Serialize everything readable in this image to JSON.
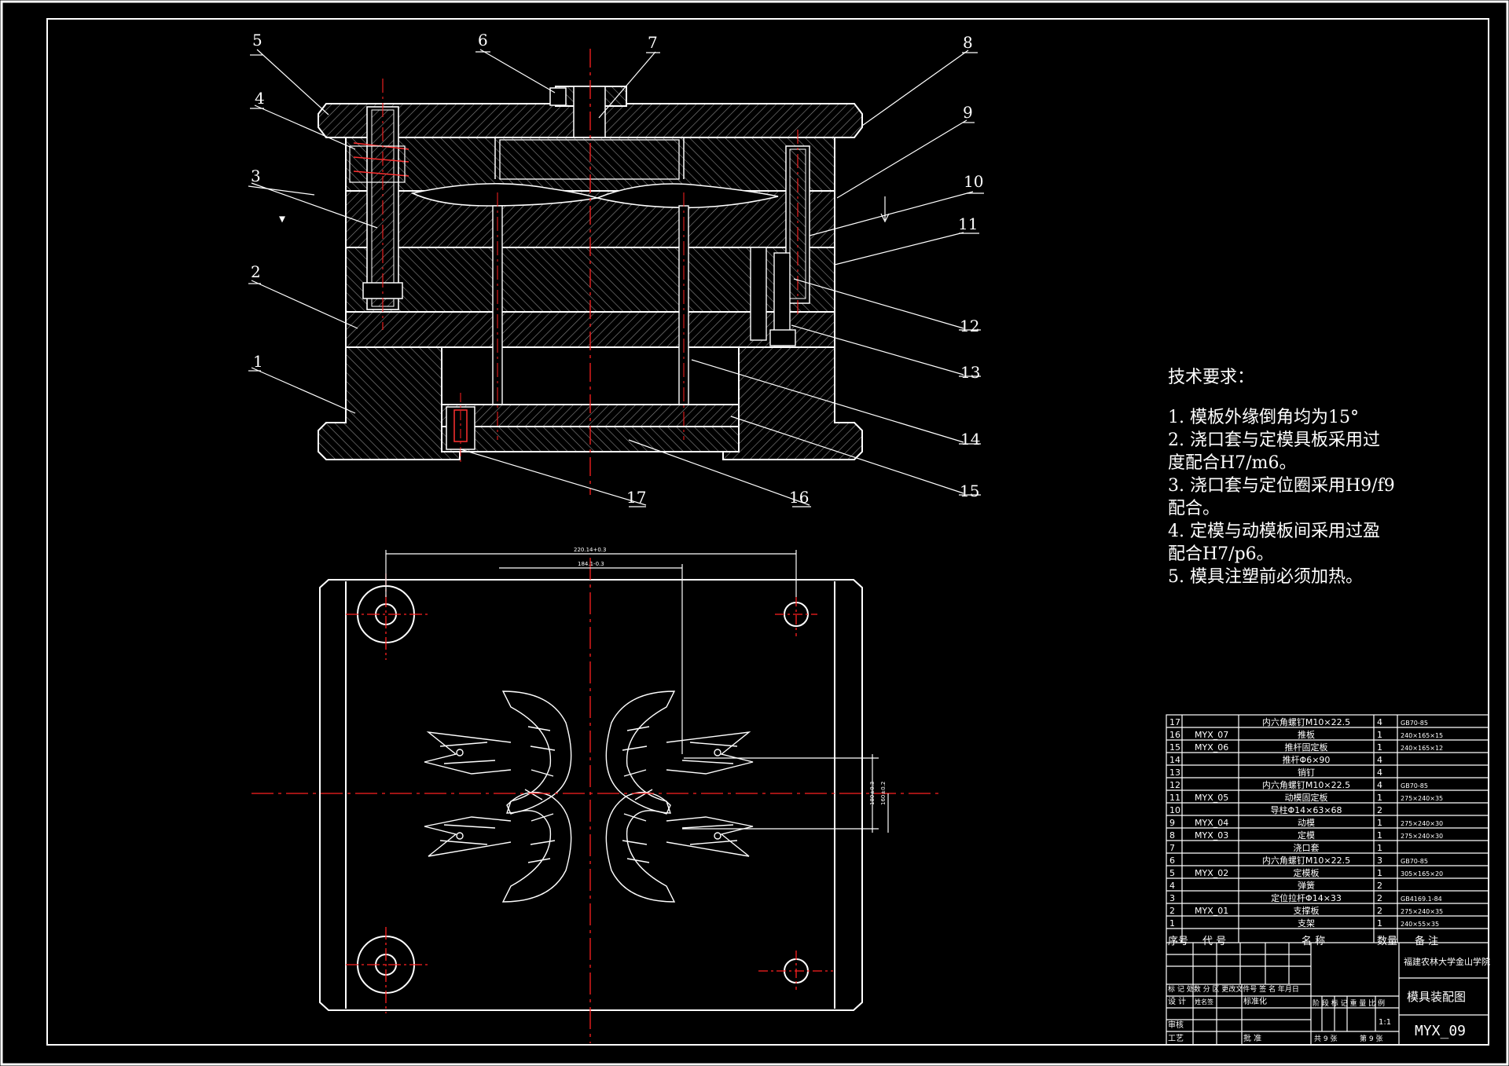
{
  "drawing_title": "模具装配图",
  "drawing_number": "MYX_09",
  "school": "福建农林大学金山学院",
  "scale": "1:1",
  "sheet_total": "共 9 张",
  "sheet_no": "第 9 张",
  "part_callouts": [
    "1",
    "2",
    "3",
    "4",
    "5",
    "6",
    "7",
    "8",
    "9",
    "10",
    "11",
    "12",
    "13",
    "14",
    "15",
    "16",
    "17"
  ],
  "dimensions": {
    "top_outer": "220.14+0.3",
    "top_inner": "184.1-0.3",
    "right_v1": "180±0.3",
    "right_v2": "160±0.2"
  },
  "technical_requirements": {
    "title": "技术要求：",
    "lines": [
      "1. 模板外缘倒角均为15°",
      "2. 浇口套与定模具板采用过",
      "度配合H7/m6。",
      "3. 浇口套与定位圈采用H9/f9",
      "配合。",
      "4. 定模与动模板间采用过盈",
      "配合H7/p6。",
      "5. 模具注塑前必须加热。"
    ]
  },
  "bom": {
    "headers": [
      "序号",
      "代 号",
      "名 称",
      "数量",
      "备 注"
    ],
    "rows": [
      [
        "17",
        "",
        "内六角螺钉M10×22.5",
        "4",
        "GB70-85"
      ],
      [
        "16",
        "MYX_07",
        "推板",
        "1",
        "240×165×15"
      ],
      [
        "15",
        "MYX_06",
        "推杆固定板",
        "1",
        "240×165×12"
      ],
      [
        "14",
        "",
        "推杆Φ6×90",
        "4",
        ""
      ],
      [
        "13",
        "",
        "销钉",
        "4",
        ""
      ],
      [
        "12",
        "",
        "内六角螺钉M10×22.5",
        "4",
        "GB70-85"
      ],
      [
        "11",
        "MYX_05",
        "动模固定板",
        "1",
        "275×240×35"
      ],
      [
        "10",
        "",
        "导柱Φ14×63×68",
        "2",
        ""
      ],
      [
        "9",
        "MYX_04",
        "动模",
        "1",
        "275×240×30"
      ],
      [
        "8",
        "MYX_03",
        "定模",
        "1",
        "275×240×30"
      ],
      [
        "7",
        "",
        "浇口套",
        "1",
        ""
      ],
      [
        "6",
        "",
        "内六角螺钉M10×22.5",
        "3",
        "GB70-85"
      ],
      [
        "5",
        "MYX_02",
        "定模板",
        "1",
        "305×165×20"
      ],
      [
        "4",
        "",
        "弹簧",
        "2",
        ""
      ],
      [
        "3",
        "",
        "定位拉杆Φ14×33",
        "2",
        "GB4169.1-84"
      ],
      [
        "2",
        "MYX_01",
        "支撑板",
        "2",
        "275×240×35"
      ],
      [
        "1",
        "",
        "支架",
        "1",
        "240×55×35"
      ]
    ]
  },
  "title_block_labels": {
    "mark_row": "标 记 处数 分 区 更改文件号 签 名 年月日",
    "design": "设 计",
    "standard": "标准化",
    "review": "审核",
    "process": "工艺",
    "approve": "批 准",
    "stage": "阶 段 标 记 重 量 比 例",
    "designer_name": "姓名签",
    "std_sign": "标准化"
  }
}
